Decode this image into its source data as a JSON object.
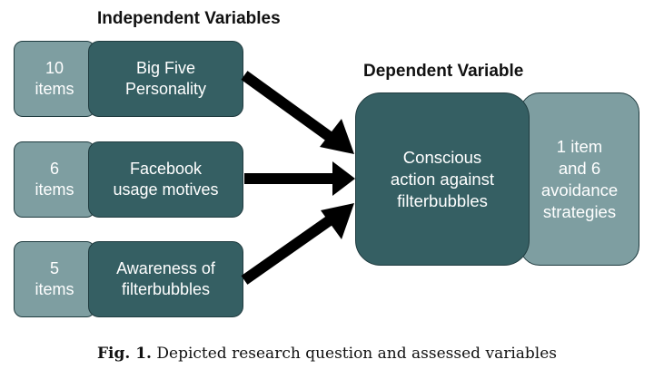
{
  "headings": {
    "independent": "Independent Variables",
    "dependent": "Dependent Variable"
  },
  "independent": [
    {
      "count": "10\nitems",
      "construct": "Big Five\nPersonality"
    },
    {
      "count": "6\nitems",
      "construct": "Facebook\nusage motives"
    },
    {
      "count": "5\nitems",
      "construct": "Awareness of\nfilterbubbles"
    }
  ],
  "dependent": {
    "construct": "Conscious\naction against\nfilterbubbles",
    "measure": "1 item\nand 6\navoidance\nstrategies"
  },
  "caption": {
    "label": "Fig. 1.",
    "text": "Depicted research question and assessed variables"
  },
  "colors": {
    "dark": "#355f63",
    "light": "#7e9ea1",
    "arrow": "#000000"
  }
}
